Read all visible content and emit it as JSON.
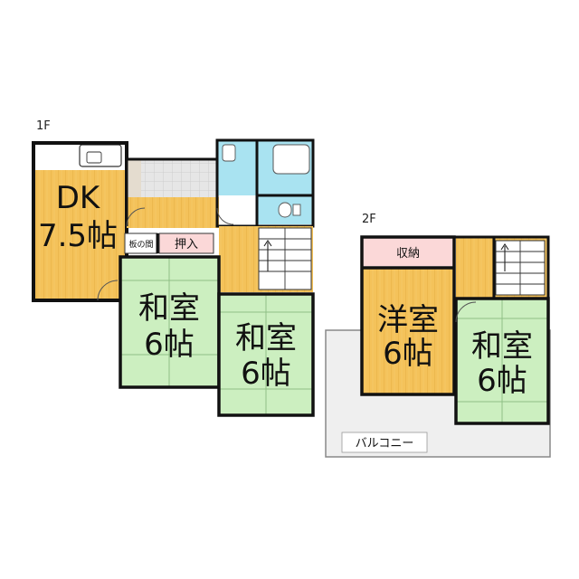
{
  "floors": {
    "first": {
      "label": "1F",
      "rooms": {
        "dk": {
          "name": "DK",
          "size": "7.5帖"
        },
        "washitsu_a": {
          "name": "和室",
          "size": "6帖"
        },
        "washitsu_b": {
          "name": "和室",
          "size": "6帖"
        },
        "itanoma": {
          "name": "板の間"
        },
        "oshiire": {
          "name": "押入"
        }
      }
    },
    "second": {
      "label": "2F",
      "rooms": {
        "youshitsu": {
          "name": "洋室",
          "size": "6帖"
        },
        "washitsu_c": {
          "name": "和室",
          "size": "6帖"
        },
        "shuno": {
          "name": "収納"
        },
        "balcony": {
          "name": "バルコニー"
        }
      }
    }
  },
  "colors": {
    "wood_floor": "#f4c25a",
    "tatami": "#ccefc0",
    "wet_area": "#a9e3f1",
    "storage": "#fbd8d8",
    "balcony": "#efefef",
    "entry_tile": "#e6e6e6",
    "wall": "#111111"
  }
}
